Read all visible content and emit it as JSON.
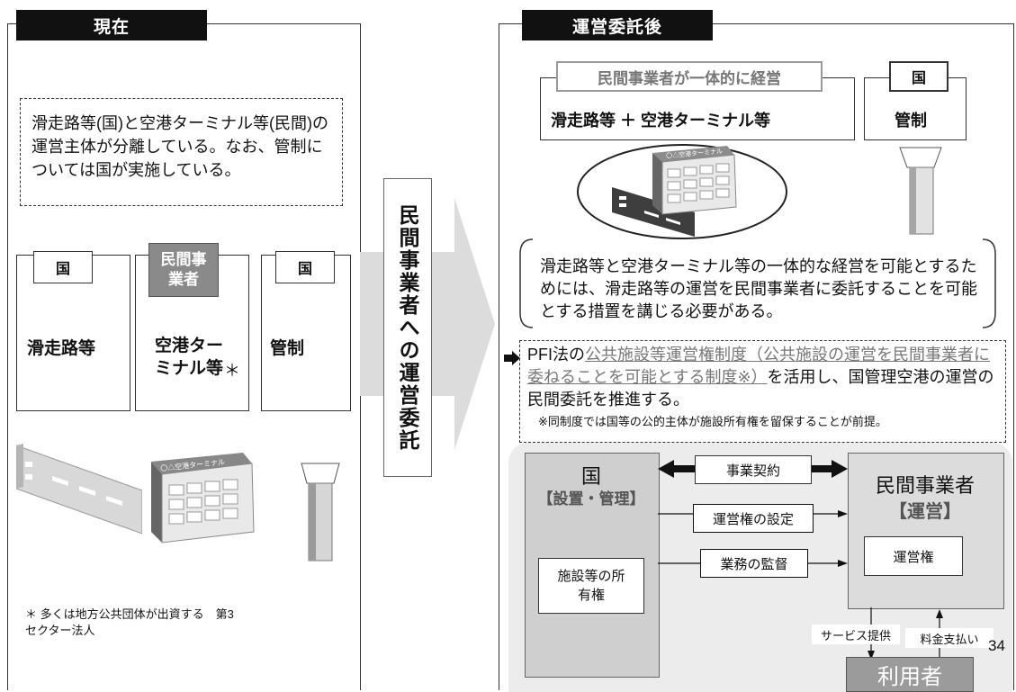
{
  "left": {
    "tab": "現在",
    "desc": "滑走路等(国)と空港ターミナル等(民間)の運営主体が分離している。なお、管制については国が実施している。",
    "box1": {
      "tag": "国",
      "label": "滑走路等"
    },
    "box2": {
      "tag": "民間事業者",
      "label": "空港ターミナル等",
      "mark": "＊"
    },
    "box3": {
      "tag": "国",
      "label": "管制"
    },
    "terminal_sign": "〇△空港ターミナル",
    "footnote": "＊ 多くは地方公共団体が出資する　第3セクター法人"
  },
  "middle": {
    "vertical": "民間事業者への運営委託"
  },
  "right": {
    "tab": "運営委託後",
    "private_tag": "民間事業者が一体的に経営",
    "private_body": "滑走路等 ＋ 空港ターミナル等",
    "state_tag": "国",
    "state_body": "管制",
    "terminal_sign": "〇△空港ターミナル",
    "bracket_text": "滑走路等と空港ターミナル等の一体的な経営を可能とするためには、滑走路等の運営を民間事業者に委託することを可能とする措置を講じる必要がある。",
    "pfi_a": "PFI法の",
    "pfi_b": "公共施設等運営権制度（公共施設の運営を民間事業者に委ねることを可能とする制度※）",
    "pfi_c": "を活用し、国管理空港の運営の民間委託を推進する。",
    "pfi_note": "※同制度では国等の公的主体が施設所有権を留保することが前提。",
    "gov_title": "国",
    "gov_sub": "【設置・管理】",
    "gov_own": "施設等の所有権",
    "priv_title": "民間事業者",
    "priv_sub": "【運営】",
    "priv_right": "運営権",
    "contract": "事業契約",
    "set_right": "運営権の設定",
    "supervise": "業務の監督",
    "service": "サービス提供",
    "fee": "料金支払い",
    "user": "利用者"
  },
  "page_number": "34"
}
